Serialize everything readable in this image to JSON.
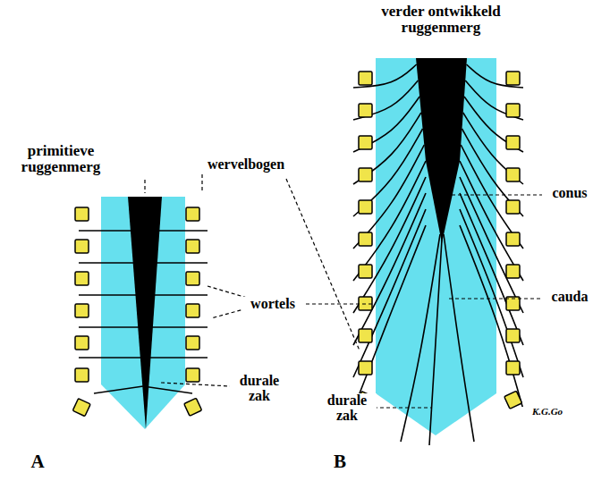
{
  "diagram": {
    "labels": [
      "primitieve ruggenmerg",
      "wervelbogen",
      "wortels",
      "durale zak",
      "A",
      "verder ontwikkeld ruggenmerg",
      "conus",
      "cauda",
      "durale zak",
      "B",
      "K.G.Go"
    ]
  }
}
